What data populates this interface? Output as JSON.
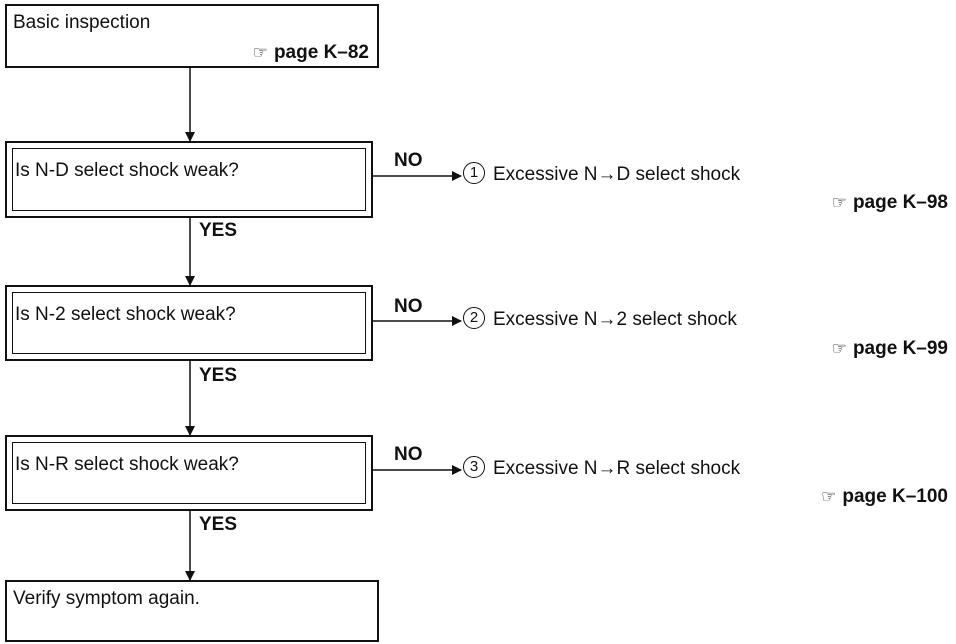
{
  "start": {
    "label": "Basic inspection",
    "ref_icon": "pointing-hand-icon",
    "ref": "page K–82"
  },
  "questions": [
    {
      "label": "Is N-D select shock weak?",
      "no": "NO",
      "yes": "YES",
      "num": "1",
      "result": "Excessive N→D select shock",
      "ref": "page K–98"
    },
    {
      "label": "Is N-2 select shock weak?",
      "no": "NO",
      "yes": "YES",
      "num": "2",
      "result": "Excessive N→2 select shock",
      "ref": "page K–99"
    },
    {
      "label": "Is N-R select shock weak?",
      "no": "NO",
      "yes": "YES",
      "num": "3",
      "result": "Excessive N→R select shock",
      "ref": "page K–100"
    }
  ],
  "end": {
    "label": "Verify symptom again."
  }
}
